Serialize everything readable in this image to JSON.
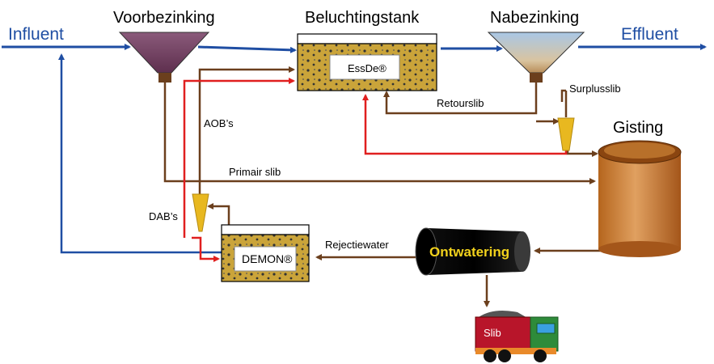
{
  "labels": {
    "influent": "Influent",
    "effluent": "Effluent",
    "voorbezinking": "Voorbezinking",
    "beluchtingstank": "Beluchtingstank",
    "nabezinking": "Nabezinking",
    "gisting": "Gisting",
    "essde": "EssDe®",
    "demon": "DEMON®",
    "retourslib": "Retourslib",
    "surplusslib": "Surplusslib",
    "aobs": "AOB’s",
    "dabs": "DAB’s",
    "primair_slib": "Primair slib",
    "rejectiewater": "Rejectiewater",
    "ontwatering": "Ontwatering",
    "slib": "Slib"
  },
  "colors": {
    "water_line": "#1f4ea3",
    "sludge_line": "#6b3f1d",
    "bacteria_line": "#e01f1f",
    "tank_fill": "#caa43a",
    "cyclone": "#e8b820",
    "digester": "#c47a2c",
    "ontwatering_text": "#f2d21c"
  }
}
